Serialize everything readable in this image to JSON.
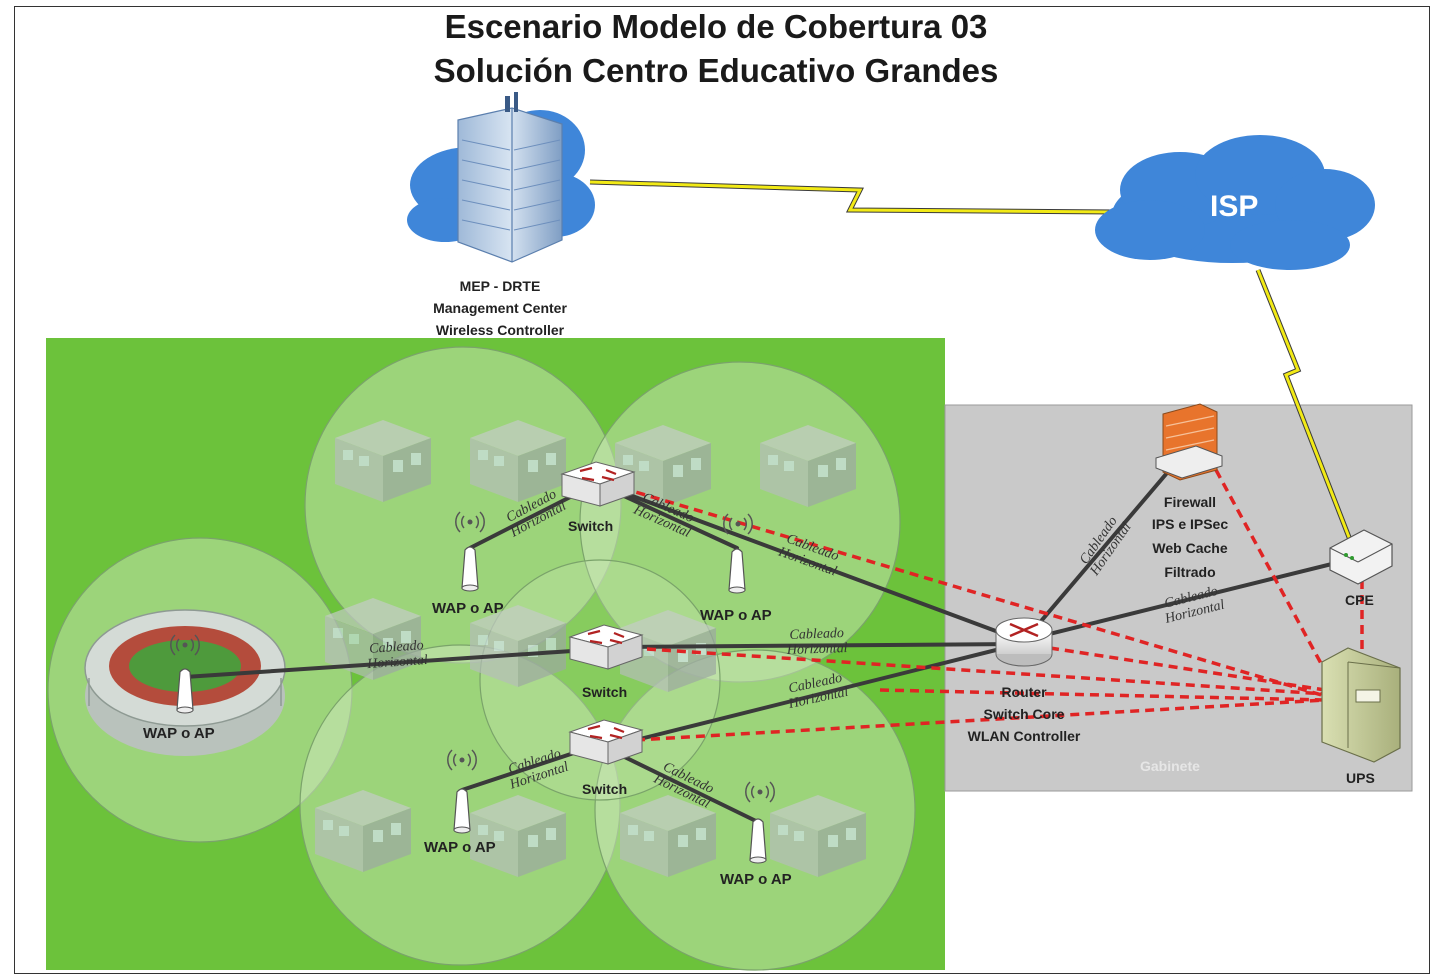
{
  "title": {
    "line1": "Escenario Modelo de Cobertura 03",
    "line2": "Solución Centro Educativo Grandes"
  },
  "cloud_isp": "ISP",
  "mep": {
    "line1": "MEP - DRTE",
    "line2": "Management Center",
    "line3": "Wireless Controller"
  },
  "firewall": {
    "line1": "Firewall",
    "line2": "IPS e IPSec",
    "line3": "Web Cache",
    "line4": "Filtrado"
  },
  "cpe": "CPE",
  "ups": "UPS",
  "router": {
    "line1": "Router",
    "line2": "Switch Core",
    "line3": "WLAN Controller"
  },
  "cabinet_label": "Gabinete",
  "switch_label": "Switch",
  "wap_label": "WAP o AP",
  "cable": {
    "word1": "Cableado",
    "word2": "Horizontal"
  },
  "colors": {
    "coverage_area": "#6cc23b",
    "cabinet": "#c9c9c9",
    "cloud": "#3f86d9",
    "wireless_link": "#f2ea16",
    "power_link": "#e02424",
    "cable_link": "#3a3a3a"
  }
}
